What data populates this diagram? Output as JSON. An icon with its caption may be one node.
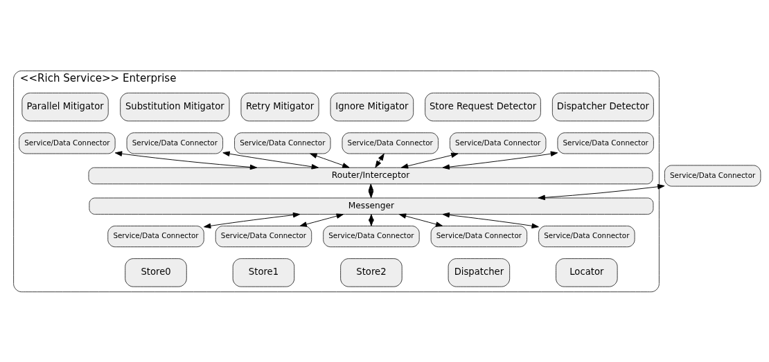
{
  "diagram": {
    "nodes": [
      {
        "text": [
          "<<Rich Service>> Enterprise"
        ]
      },
      {
        "text": [
          "Dispatcher Detector"
        ],
        "in": 0
      },
      {
        "text": [
          "Service/Data Connector"
        ],
        "in": 0
      },
      {
        "text": [
          "Store Request Detector"
        ],
        "in": 0
      },
      {
        "text": [
          "Service/Data Connector"
        ],
        "in": 0
      },
      {
        "text": [
          "Ignore Mitigator"
        ],
        "in": 0
      },
      {
        "text": [
          "Service/Data Connector"
        ],
        "in": 0
      },
      {
        "text": [
          "Retry Mitigator"
        ],
        "in": 0
      },
      {
        "text": [
          "Service/Data Connector"
        ],
        "in": 0
      },
      {
        "text": [
          "Substitution Mitigator"
        ],
        "in": 0
      },
      {
        "text": [
          "Service/Data Connector"
        ],
        "in": 0
      },
      {
        "text": [
          "Parallel Mitigator"
        ],
        "in": 0
      },
      {
        "text": [
          "Service/Data Connector"
        ],
        "in": 0
      },
      {
        "text": [
          "Router/Interceptor"
        ],
        "in": 0
      },
      {
        "text": [
          "Service/Data Connector"
        ]
      },
      {
        "text": [
          "Messenger"
        ],
        "in": 0
      },
      {
        "text": [
          "Service/Data Connector"
        ],
        "in": 0
      },
      {
        "text": [
          "Store0"
        ],
        "in": 0
      },
      {
        "text": [
          "Service/Data Connector"
        ],
        "in": 0
      },
      {
        "text": [
          "Store1"
        ],
        "in": 0
      },
      {
        "text": [
          "Service/Data Connector"
        ],
        "in": 0
      },
      {
        "text": [
          "Store2"
        ],
        "in": 0
      },
      {
        "text": [
          "Service/Data Connector"
        ],
        "in": 0
      },
      {
        "text": [
          "Dispatcher"
        ],
        "in": 0
      },
      {
        "text": [
          "Service/Data Connector"
        ],
        "in": 0
      },
      {
        "text": [
          "Locator"
        ],
        "in": 0
      }
    ],
    "edges": [
      {
        "from": 2,
        "to": 13,
        "arrow": "both"
      },
      {
        "from": 4,
        "to": 13,
        "arrow": "both"
      },
      {
        "from": 6,
        "to": 13,
        "arrow": "both"
      },
      {
        "from": 8,
        "to": 13,
        "arrow": "both"
      },
      {
        "from": 10,
        "to": 13,
        "arrow": "both"
      },
      {
        "from": 12,
        "to": 13,
        "arrow": "both"
      },
      {
        "from": 13,
        "to": 15,
        "arrow": "both"
      },
      {
        "from": 14,
        "to": 15,
        "arrow": "both"
      },
      {
        "from": 15,
        "to": 16,
        "arrow": "both"
      },
      {
        "from": 15,
        "to": 18,
        "arrow": "both"
      },
      {
        "from": 15,
        "to": 20,
        "arrow": "both"
      },
      {
        "from": 15,
        "to": 22,
        "arrow": "both"
      },
      {
        "from": 15,
        "to": 24,
        "arrow": "both"
      }
    ]
  }
}
